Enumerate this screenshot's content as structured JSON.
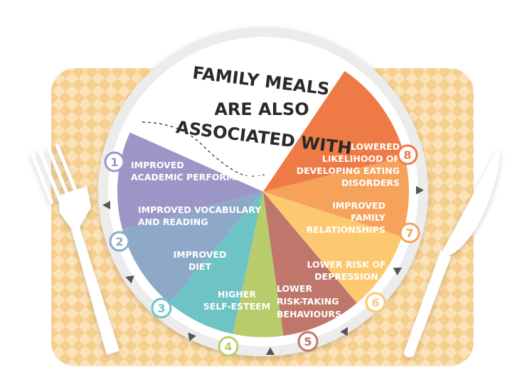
{
  "title": {
    "line1": "FAMILY MEALS",
    "line2": "ARE ALSO",
    "line3": "ASSOCIATED WITH"
  },
  "segments": [
    {
      "number": "1",
      "lines": [
        "IMPROVED",
        "ACADEMIC PERFORMANCE"
      ],
      "color": "#9b96c6"
    },
    {
      "number": "2",
      "lines": [
        "IMPROVED VOCABULARY",
        "AND READING"
      ],
      "color": "#8ea9c8"
    },
    {
      "number": "3",
      "lines": [
        "IMPROVED",
        "DIET"
      ],
      "color": "#6ec3c4"
    },
    {
      "number": "4",
      "lines": [
        "HIGHER",
        "SELF-ESTEEM"
      ],
      "color": "#b9cc6c"
    },
    {
      "number": "5",
      "lines": [
        "LOWER",
        "RISK-TAKING",
        "BEHAVIOURS"
      ],
      "color": "#c0776b"
    },
    {
      "number": "6",
      "lines": [
        "LOWER RISK OF",
        "DEPRESSION"
      ],
      "color": "#fcc970"
    },
    {
      "number": "7",
      "lines": [
        "IMPROVED",
        "FAMILY",
        "RELATIONSHIPS"
      ],
      "color": "#f6a25b"
    },
    {
      "number": "8",
      "lines": [
        "LOWERED",
        "LIKELIHOOD OF",
        "DEVELOPING EATING",
        "DISORDERS"
      ],
      "color": "#ee7a45"
    }
  ],
  "colors": {
    "placemat": "#fbe2b8",
    "placemat_check": "#f6cf8f",
    "plate_rim": "#ececec",
    "plate_face": "#ffffff",
    "cutlery": "#ffffff",
    "arrow": "#555555"
  }
}
